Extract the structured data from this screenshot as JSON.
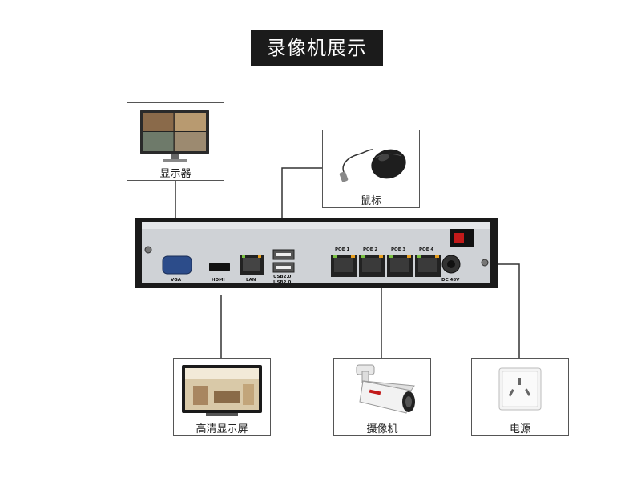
{
  "title": "录像机展示",
  "devices": {
    "monitor": {
      "label": "显示器"
    },
    "mouse": {
      "label": "鼠标"
    },
    "hdtv": {
      "label": "高清显示屏"
    },
    "camera": {
      "label": "摄像机"
    },
    "power": {
      "label": "电源"
    }
  },
  "nvr": {
    "ports": {
      "vga": "VGA",
      "hdmi": "HDMI",
      "lan": "LAN",
      "usb": "USB2.0",
      "poe1": "POE 1",
      "poe2": "POE 2",
      "poe3": "POE 3",
      "poe4": "POE 4",
      "dc": "DC 48V"
    }
  }
}
